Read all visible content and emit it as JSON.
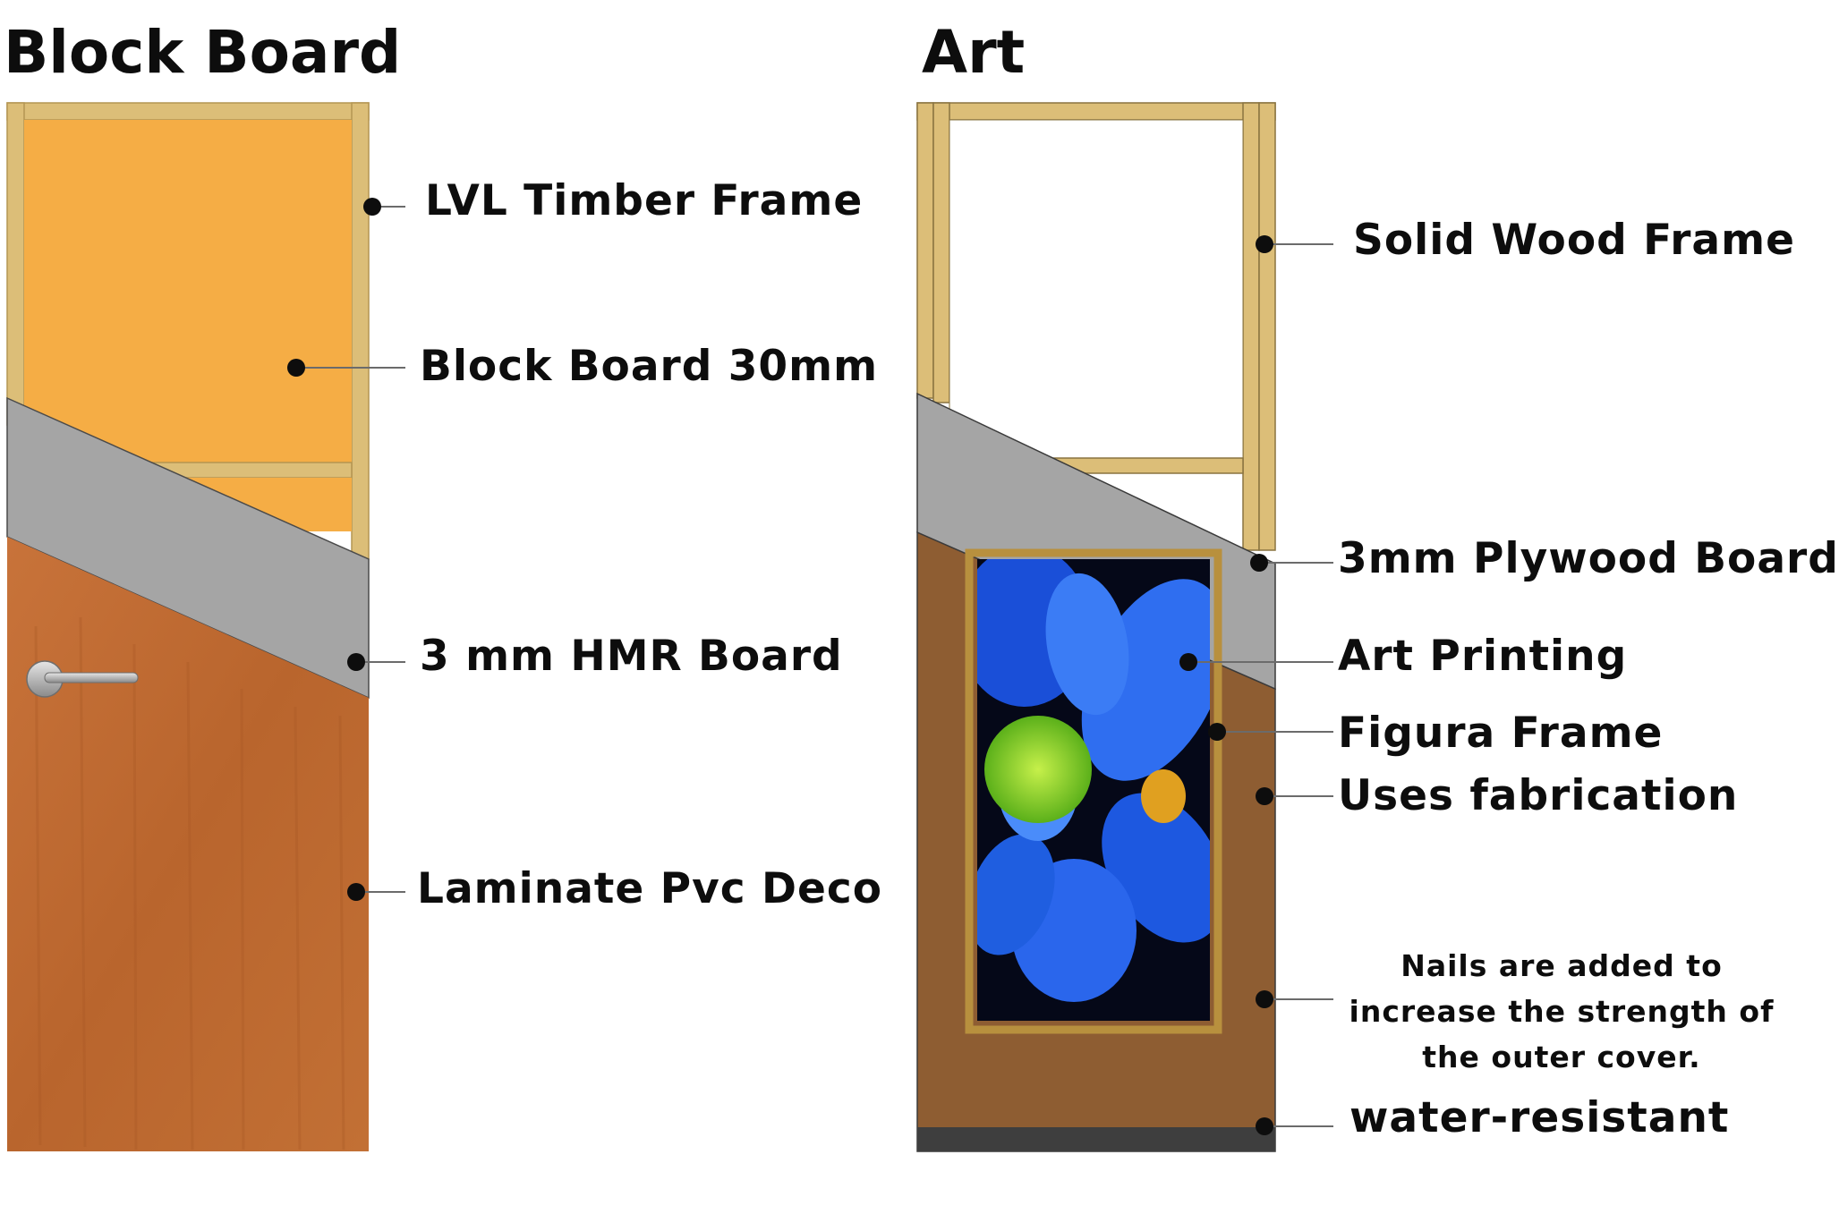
{
  "panels": {
    "left": {
      "title": "Block Board",
      "labels": [
        "LVL Timber Frame",
        "Block Board 30mm",
        "3 mm HMR Board",
        "Laminate Pvc Deco"
      ]
    },
    "right": {
      "title": "Art",
      "labels": [
        "Solid Wood Frame",
        "3mm Plywood Board",
        "Art Printing",
        "Figura Frame",
        "Uses fabrication"
      ],
      "note": "Nails are added to increase the strength of the outer cover.",
      "bottom_label": "water-resistant"
    }
  },
  "colors": {
    "frame": "#dcbe78",
    "block_board": "#f5ad45",
    "hmr_board": "#a5a5a5",
    "laminate": "#c06a30",
    "art_body": "#8e5d32",
    "flower": "#1f5ee0",
    "flower_center": "#7fd41f",
    "bottom_strip": "#3e3e3e"
  }
}
